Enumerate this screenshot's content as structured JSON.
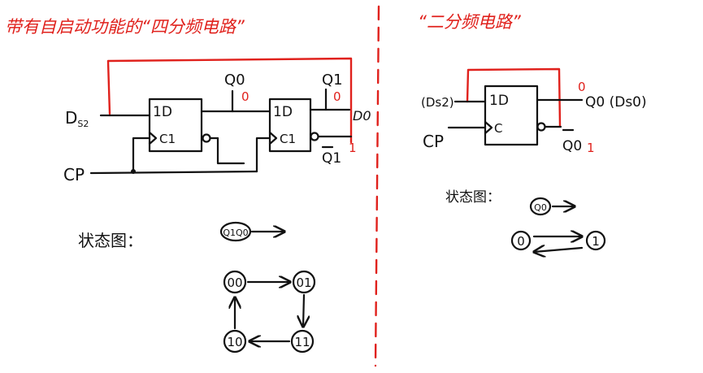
{
  "colors": {
    "ink": "#111111",
    "accent": "#e0211c",
    "background": "#ffffff"
  },
  "left": {
    "title": "带有自启动功能的“四分频电路”",
    "input_label": "D",
    "input_sub": "S2",
    "clock_label": "CP",
    "ff1": {
      "d": "1D",
      "c": "C1"
    },
    "ff2": {
      "d": "1D",
      "c": "C1"
    },
    "q0": "Q0",
    "q1": "Q1",
    "q1n": "Q1",
    "out": "D0",
    "q0_val": "0",
    "q1_val": "0",
    "q1n_val": "1",
    "state_label": "状态图：",
    "legend_state": "Q1Q0",
    "states": [
      "00",
      "01",
      "11",
      "10"
    ]
  },
  "right": {
    "title": "“二分频电路”",
    "input_label": "(Ds2)",
    "clock_label": "CP",
    "ff": {
      "d": "1D",
      "c": "C"
    },
    "q": "Q0 (Ds0)",
    "qn": "Q0",
    "q_val": "0",
    "qn_val": "1",
    "state_label": "状态图：",
    "legend_state": "Q0",
    "states": [
      "0",
      "1"
    ]
  }
}
